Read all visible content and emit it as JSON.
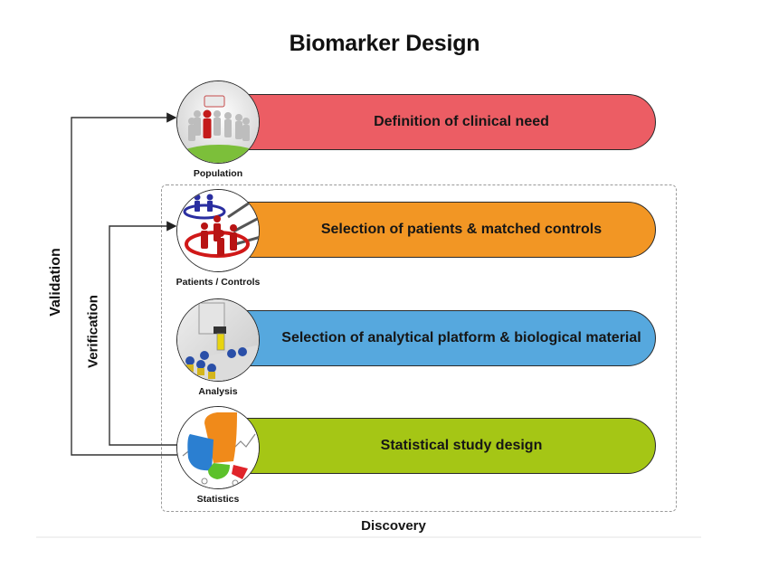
{
  "title": "Biomarker Design",
  "steps": [
    {
      "label": "Definition of clinical need",
      "icon_label": "Population",
      "icon": "population-icon",
      "color": "#ec5d64"
    },
    {
      "label": "Selection of patients & matched controls",
      "icon_label": "Patients / Controls",
      "icon": "patients-controls-icon",
      "color": "#f29624"
    },
    {
      "label": "Selection of analytical platform & biological material",
      "icon_label": "Analysis",
      "icon": "analysis-icon",
      "color": "#56a8de"
    },
    {
      "label": "Statistical study design",
      "icon_label": "Statistics",
      "icon": "statistics-icon",
      "color": "#a5c615"
    }
  ],
  "loops": {
    "validation": "Validation",
    "verification": "Verification",
    "discovery": "Discovery"
  }
}
